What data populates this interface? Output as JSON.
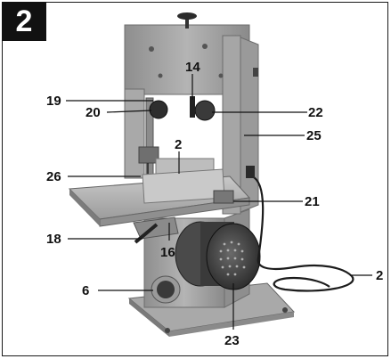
{
  "figure": {
    "number": "2"
  },
  "callouts": {
    "c14": "14",
    "c19": "19",
    "c20": "20",
    "c22": "22",
    "c2_top": "2",
    "c25": "25",
    "c26": "26",
    "c21": "21",
    "c18": "18",
    "c16": "16",
    "c2_right": "2",
    "c6": "6",
    "c23": "23"
  }
}
